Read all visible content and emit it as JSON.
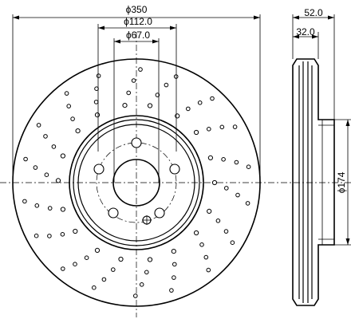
{
  "drawing": {
    "type": "brake-disc-technical-drawing",
    "front_view": {
      "labels": {
        "outer_diameter": "ϕ350",
        "hub_diameter": "ϕ112.0",
        "center_bore": "ϕ67.0"
      },
      "bolt_holes": 5
    },
    "side_view": {
      "labels": {
        "overall_height": "52.0",
        "disc_thickness": "32.0",
        "hat_diameter": "ϕ174"
      }
    }
  }
}
